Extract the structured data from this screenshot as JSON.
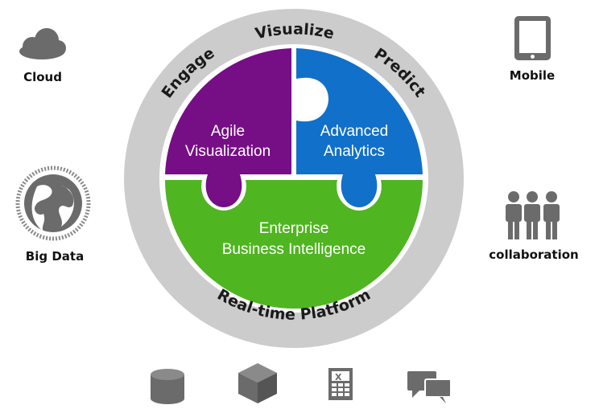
{
  "ring": {
    "top": "Visualize",
    "left": "Engage",
    "right": "Predict",
    "bottom": "Real-time Platform"
  },
  "pieces": {
    "agile": {
      "line1": "Agile",
      "line2": "Visualization",
      "color": "#760e86"
    },
    "analytics": {
      "line1": "Advanced",
      "line2": "Analytics",
      "color": "#1170c9"
    },
    "enterprise": {
      "line1": "Enterprise",
      "line2": "Business Intelligence",
      "color": "#4fb520"
    }
  },
  "corners": {
    "cloud": {
      "label": "Cloud",
      "icon": "cloud-icon"
    },
    "mobile": {
      "label": "Mobile",
      "icon": "tablet-icon"
    },
    "bigdata": {
      "label": "Big Data",
      "icon": "globe-icon"
    },
    "collaboration": {
      "label": "collaboration",
      "icon": "people-icon"
    }
  },
  "bottom_icons": [
    "database-icon",
    "cube-icon",
    "spreadsheet-icon",
    "chat-icon"
  ],
  "colors": {
    "ring": "#cccccc",
    "icon": "#6b6b6b"
  }
}
